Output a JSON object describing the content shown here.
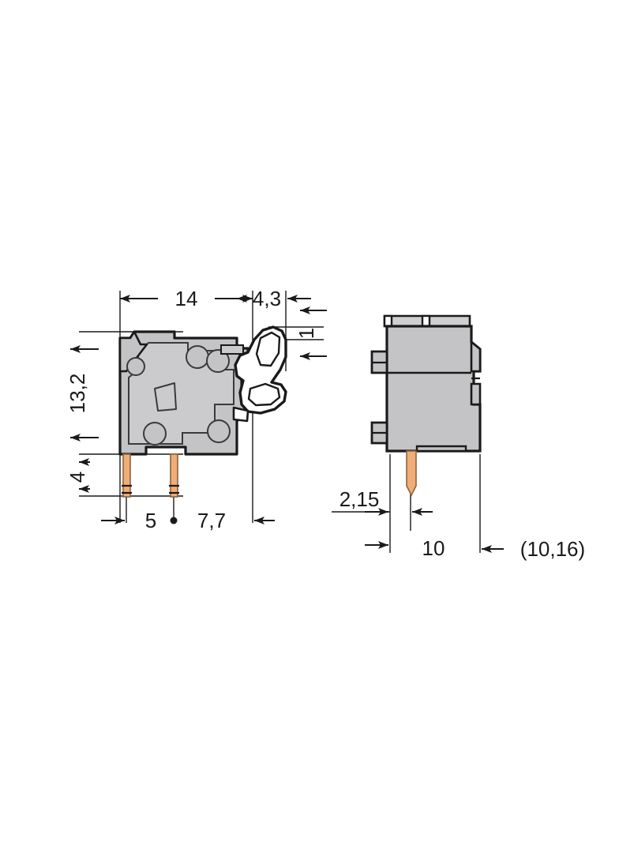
{
  "drawing": {
    "title": "Terminal block dimensional drawing",
    "units": "mm",
    "views": [
      {
        "id": "front-view",
        "name": "front-view",
        "label": ""
      },
      {
        "id": "side-view",
        "name": "side-view",
        "label": ""
      }
    ],
    "colors": {
      "body_fill": "#c4c4c6",
      "body_fill_light": "#cfcfd1",
      "outline": "#1a1a1a",
      "pin_fill": "#f0ad75",
      "pin_outline": "#8a6340",
      "lever_fill": "#ffffff",
      "background": "#ffffff",
      "dimension_line": "#1a1a1a"
    },
    "dimensions": {
      "front": {
        "width_main": "14",
        "width_lever": "4,3",
        "height_tip": "1",
        "height_body": "13,2",
        "height_pin": "4",
        "pitch": "5",
        "offset": "7,7"
      },
      "side": {
        "pin_offset": "2,15",
        "depth": "10",
        "depth_alt": "(10,16)"
      }
    },
    "labels": [
      {
        "name": "dim-14",
        "value": "14",
        "rotated": false
      },
      {
        "name": "dim-4-3",
        "value": "4,3",
        "rotated": false
      },
      {
        "name": "dim-1",
        "value": "1",
        "rotated": true
      },
      {
        "name": "dim-13-2",
        "value": "13,2",
        "rotated": true
      },
      {
        "name": "dim-4",
        "value": "4",
        "rotated": true
      },
      {
        "name": "dim-5",
        "value": "5",
        "rotated": false
      },
      {
        "name": "dim-7-7",
        "value": "7,7",
        "rotated": false
      },
      {
        "name": "dim-2-15",
        "value": "2,15",
        "rotated": false
      },
      {
        "name": "dim-10",
        "value": "10",
        "rotated": false
      },
      {
        "name": "dim-10-16",
        "value": "(10,16)",
        "rotated": false
      }
    ]
  }
}
